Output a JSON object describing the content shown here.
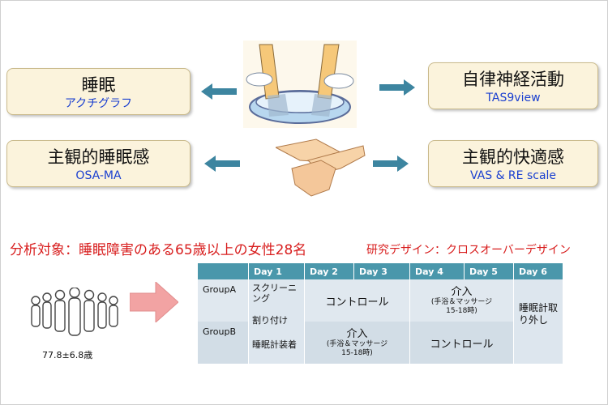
{
  "boxes": {
    "sleep": {
      "title": "睡眠",
      "sub": "アクチグラフ"
    },
    "subjective_sleep": {
      "title": "主観的睡眠感",
      "sub": "OSA-MA"
    },
    "autonomic": {
      "title": "自律神経活動",
      "sub": "TAS9view"
    },
    "comfort": {
      "title": "主観的快適感",
      "sub": "VAS & RE scale"
    }
  },
  "subjects": "分析対象：睡眠障害のある65歳以上の女性28名",
  "design": "研究デザイン：クロスオーバーデザイン",
  "age": "77.8±6.8歳",
  "table": {
    "days": [
      "Day 1",
      "Day 2",
      "Day 3",
      "Day 4",
      "Day 5",
      "Day 6"
    ],
    "groupA": "GroupA",
    "groupB": "GroupB",
    "screening": "スクリーニング",
    "assign": "割り付け",
    "device_on": "睡眠計装着",
    "control": "コントロール",
    "intervention": "介入",
    "intervention_detail_1": "(手浴＆マッサージ",
    "intervention_detail_2": "15-18時)",
    "device_off": "睡眠計取り外し"
  },
  "colors": {
    "header": "#4a97ab",
    "box_fill": "#fbf3dc",
    "red": "#d81e1e",
    "blue": "#1a3fd0",
    "arrow": "#3d85a0"
  }
}
